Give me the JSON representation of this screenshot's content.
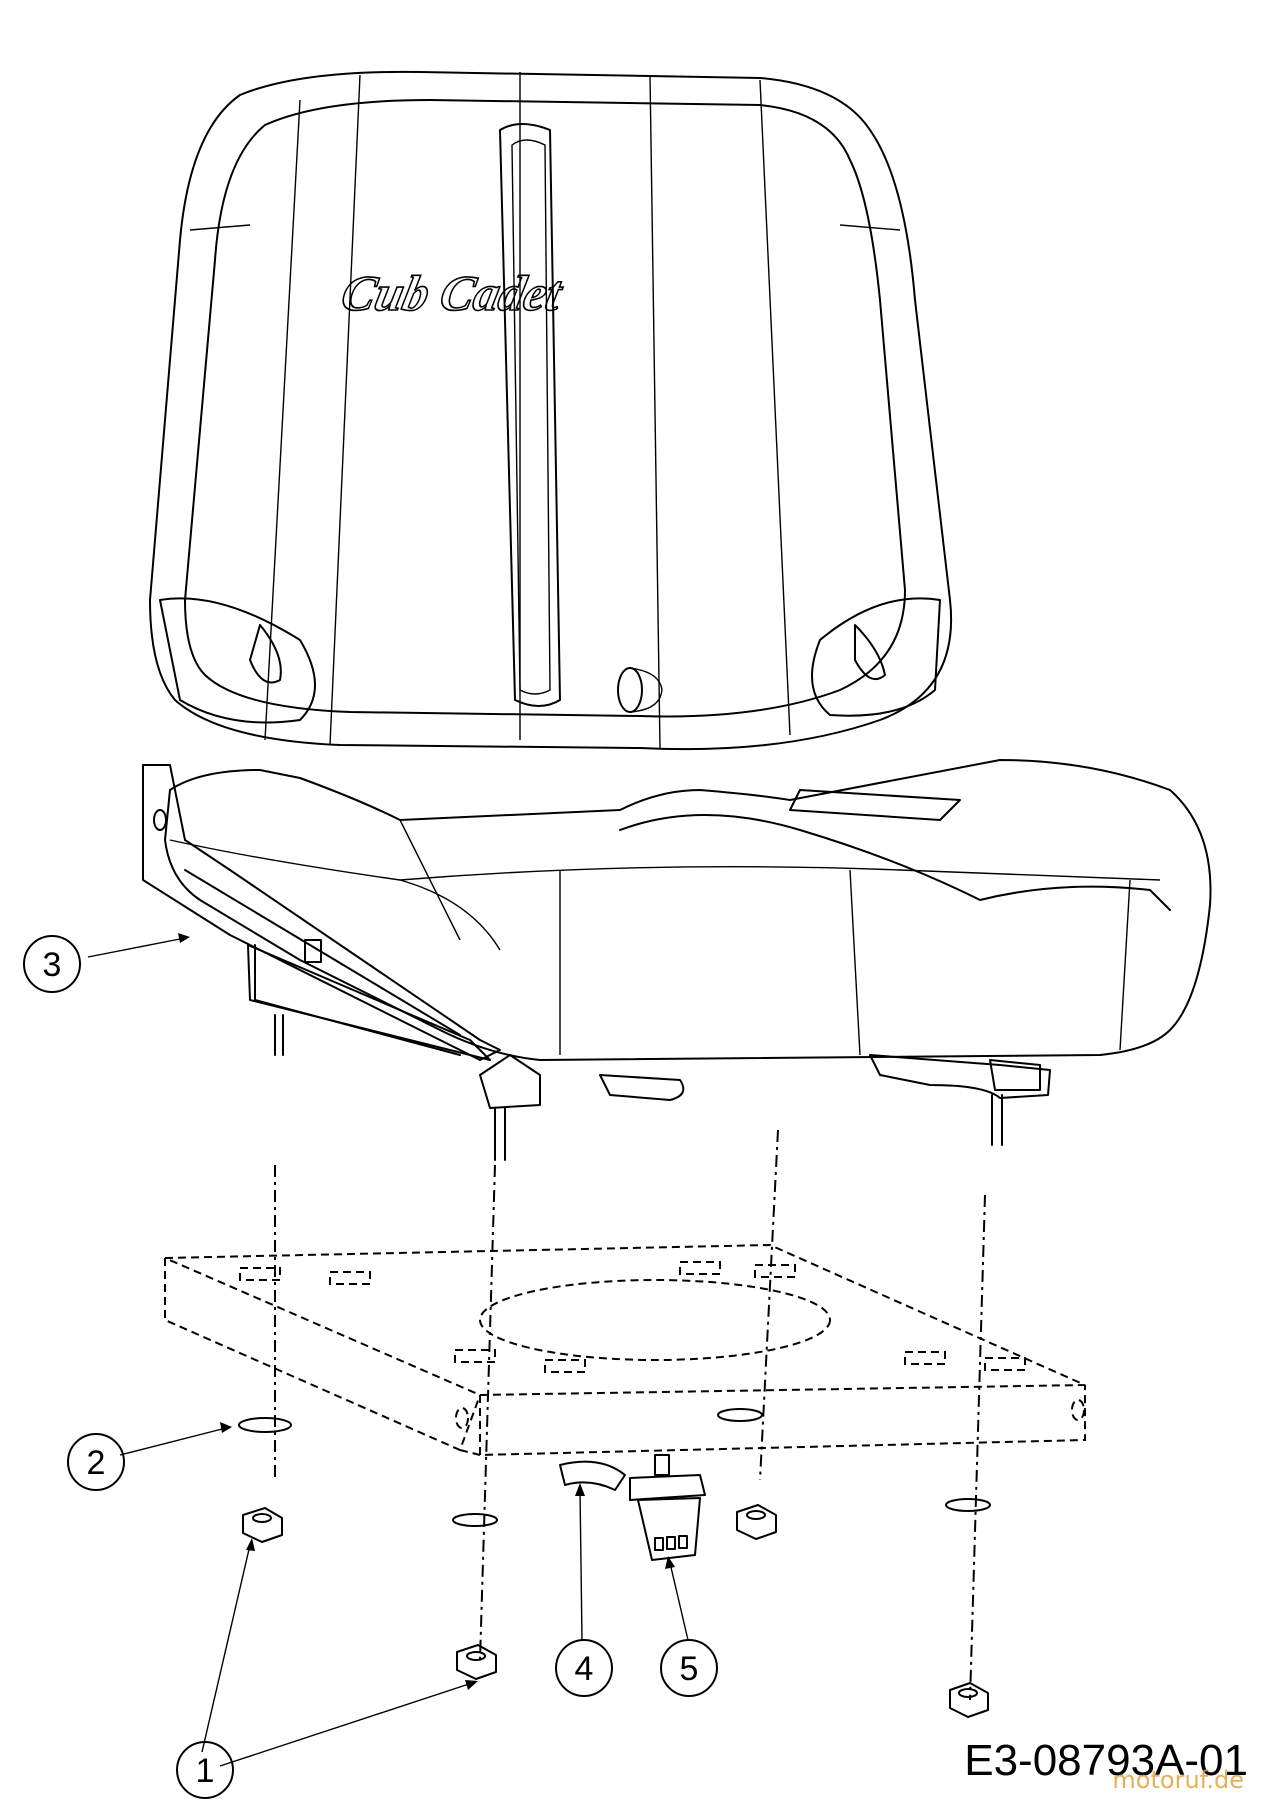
{
  "brand_text": "Cub Cadet",
  "drawing_number": "E3-08793A-01",
  "watermark": "motoruf.de",
  "callouts": [
    "1",
    "2",
    "3",
    "4",
    "5"
  ],
  "colors": {
    "line": "#000000",
    "background": "#ffffff",
    "watermark": "#e6a23c"
  }
}
